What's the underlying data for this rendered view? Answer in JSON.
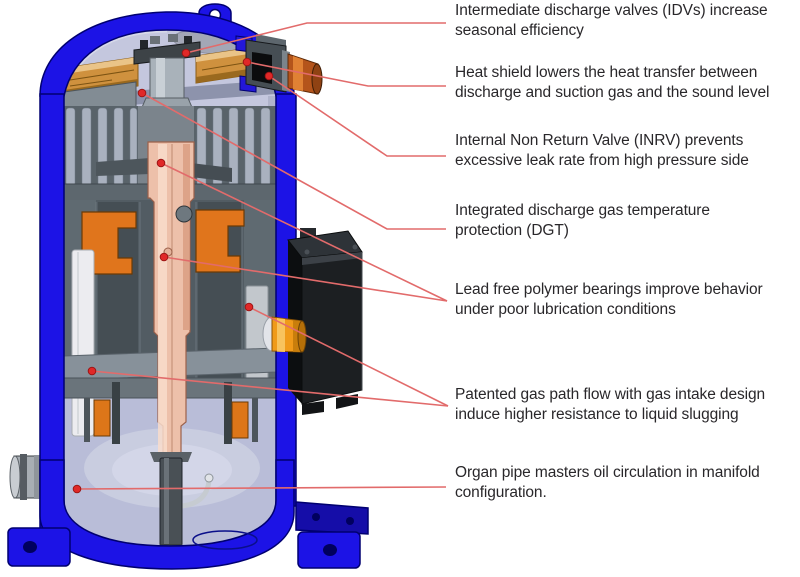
{
  "callouts": [
    {
      "id": "idv",
      "text": "Intermediate discharge valves (IDVs) increase\nseasonal efficiency"
    },
    {
      "id": "heat-shield",
      "text": "Heat shield lowers the heat transfer between\ndischarge and suction gas and the sound level"
    },
    {
      "id": "inrv",
      "text": "Internal Non Return Valve (INRV) prevents\nexcessive leak rate from high pressure side"
    },
    {
      "id": "dgt",
      "text": "Integrated discharge gas temperature\nprotection (DGT)"
    },
    {
      "id": "bearings",
      "text": "Lead free polymer bearings improve behavior\nunder poor lubrication conditions"
    },
    {
      "id": "gas-path",
      "text": "Patented gas path flow with gas intake design\ninduce higher resistance to liquid slugging"
    },
    {
      "id": "organ-pipe",
      "text": "Organ pipe masters oil circulation in manifold\nconfiguration."
    }
  ],
  "colors": {
    "shell_blue": "#1c13e6",
    "shell_outline": "#000070",
    "interior_lavender": "#c4c7de",
    "scroll_copper": "#cf913e",
    "shaft_pink": "#edc0aa",
    "counterweight_orange": "#e0751c",
    "terminal_box_black": "#1c1f22",
    "sight_glass_orange": "#f09a1a",
    "discharge_pipe_copper": "#b4541b",
    "leader_line": "#e26b6b",
    "leader_dot": "#e02828",
    "text": "#29272a",
    "background": "#ffffff"
  }
}
